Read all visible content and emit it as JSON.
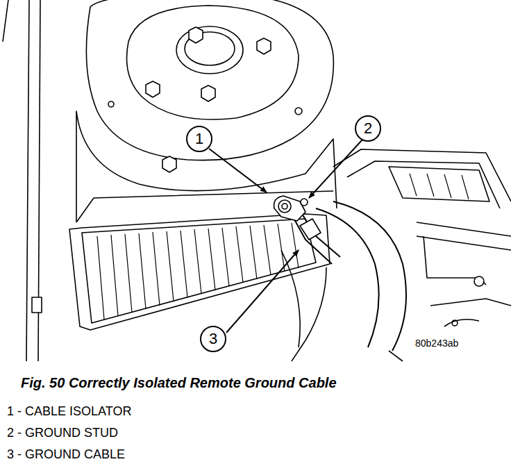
{
  "diagram": {
    "caption": "Fig. 50 Correctly Isolated Remote Ground Cable",
    "nodes": [
      {
        "text": [
          "1"
        ]
      },
      {
        "text": [
          "2"
        ]
      },
      {
        "text": [
          "3"
        ]
      }
    ],
    "labels": [
      "80b243ab",
      "1 - CABLE ISOLATOR",
      "2 - GROUND STUD",
      "3 - GROUND CABLE"
    ]
  }
}
